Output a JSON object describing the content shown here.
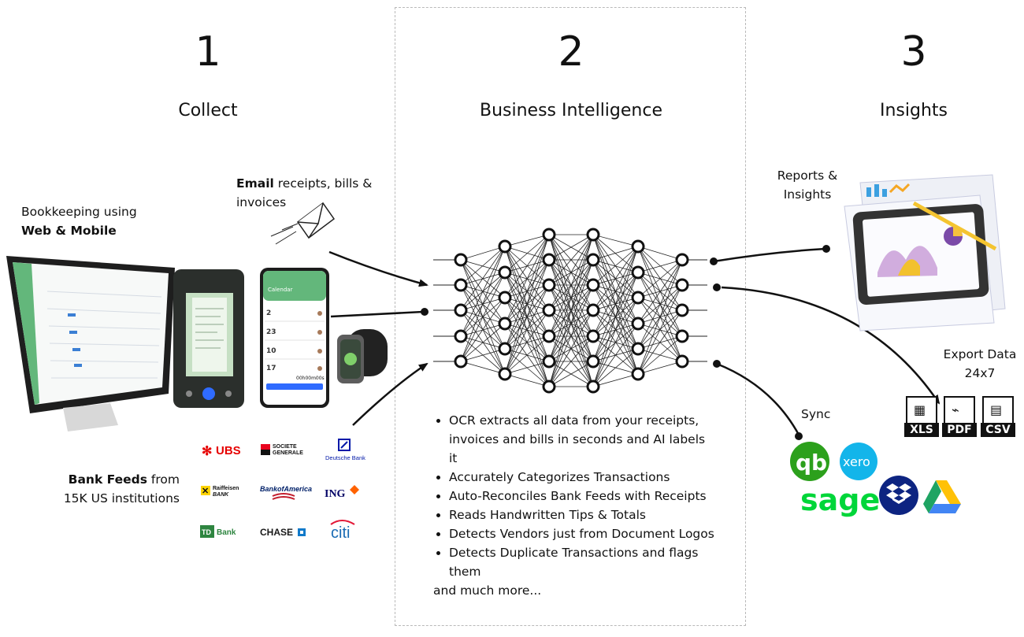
{
  "steps": [
    {
      "number": "1",
      "title": "Collect"
    },
    {
      "number": "2",
      "title": "Business Intelligence"
    },
    {
      "number": "3",
      "title": "Insights"
    }
  ],
  "collect": {
    "bookkeeping_line1": "Bookkeeping using",
    "bookkeeping_bold": "Web & Mobile",
    "email_bold": "Email",
    "email_rest": "receipts, bills &",
    "email_line2": "invoices",
    "bank_bold": "Bank Feeds",
    "bank_rest": "from",
    "bank_line2": "15K US institutions",
    "banks": [
      "UBS",
      "SOCIETE GENERALE",
      "Deutsche Bank",
      "Raiffeisen BANK",
      "Bank of America",
      "ING",
      "TD Bank",
      "CHASE",
      "citi"
    ],
    "app_calendar_title": "Calendar",
    "app_total": "00h00m00s"
  },
  "intelligence": {
    "bullets": [
      "OCR extracts all data from your receipts, invoices and bills in seconds and AI labels it",
      "Accurately Categorizes Transactions",
      "Auto-Reconciles Bank Feeds with Receipts",
      "Reads Handwritten Tips & Totals",
      "Detects Vendors just from Document Logos",
      "Detects Duplicate Transactions and flags them"
    ],
    "more": "and much more..."
  },
  "insights": {
    "reports_line1": "Reports &",
    "reports_line2": "Insights",
    "export_line1": "Export Data",
    "export_line2": "24x7",
    "export_formats": [
      "XLS",
      "PDF",
      "CSV"
    ],
    "sync": "Sync",
    "sync_targets": [
      "qb",
      "xero",
      "sage"
    ]
  },
  "colors": {
    "quickbooks": "#2ca01c",
    "xero": "#13b5ea",
    "sage": "#00d639",
    "dropbox": "#0d2481",
    "chase": "#1a1a1a",
    "ubs_red": "#e60000",
    "socgen_red": "#e9041e",
    "deutsche_blue": "#0018a8",
    "bofa_red": "#c21c2c",
    "ing_orange": "#ff6200",
    "td_green": "#2e8540",
    "citi_blue": "#1a6bb4",
    "app_green": "#63b77b"
  },
  "icons": [
    "envelope-icon",
    "neural-network-icon",
    "report-tablet-icon",
    "xls-file-icon",
    "pdf-file-icon",
    "csv-file-icon",
    "google-drive-icon",
    "dropbox-icon"
  ]
}
